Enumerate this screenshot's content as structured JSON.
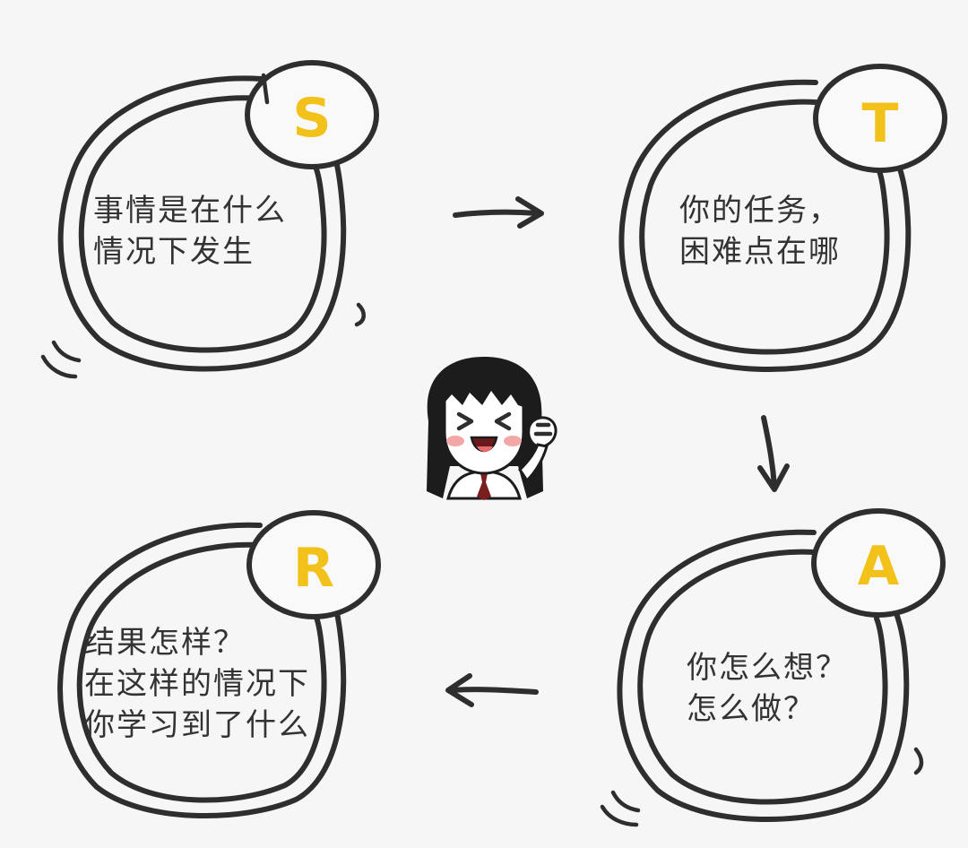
{
  "colors": {
    "background": "#f6f6f6",
    "stroke": "#2e2e2e",
    "letter_accent": "#f2c21b",
    "text": "#333333"
  },
  "steps": [
    {
      "letter": "S",
      "lines": [
        "事情是在什么",
        "情况下发生"
      ]
    },
    {
      "letter": "T",
      "lines": [
        "你的任务，",
        "困难点在哪"
      ]
    },
    {
      "letter": "A",
      "lines": [
        "你怎么想？",
        "怎么做？"
      ]
    },
    {
      "letter": "R",
      "lines": [
        "结果怎样？",
        "在这样的情况下",
        "你学习到了什么"
      ]
    }
  ],
  "flow": [
    "S → T",
    "T → A",
    "A → R"
  ],
  "center_icon": "cheering-girl-cartoon"
}
